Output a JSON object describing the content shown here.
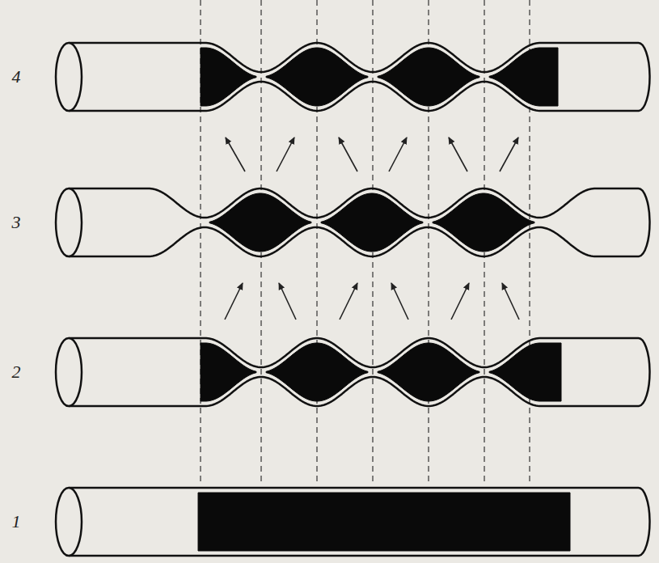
{
  "diagram": {
    "labels": [
      "4",
      "3",
      "2",
      "1"
    ]
  }
}
